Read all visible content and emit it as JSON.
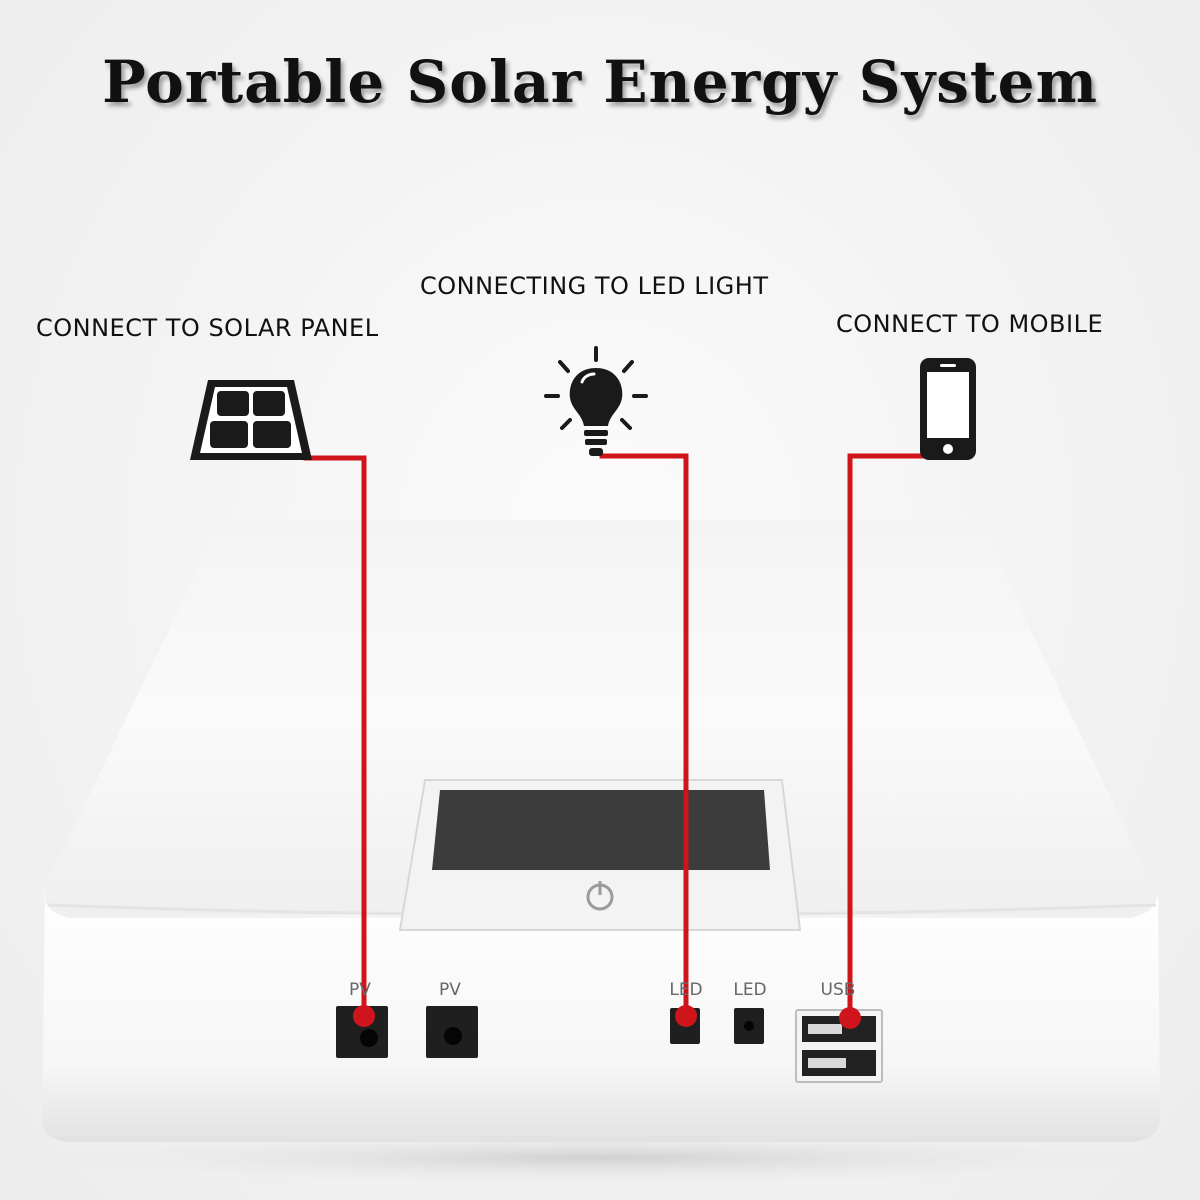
{
  "title": "Portable Solar Energy System",
  "callouts": {
    "solar": {
      "label": "CONNECT TO SOLAR PANEL",
      "icon": "solar-panel-icon"
    },
    "led": {
      "label": "CONNECTING TO LED LIGHT",
      "icon": "light-bulb-icon"
    },
    "mobile": {
      "label": "CONNECT TO MOBILE",
      "icon": "mobile-phone-icon"
    }
  },
  "ports": {
    "pv1": "PV",
    "pv2": "PV",
    "led1": "LED",
    "led2": "LED",
    "usb": "USB"
  },
  "colors": {
    "wire": "#d0141c",
    "device_body": "#ffffff",
    "screen": "#3a3a3a",
    "icon": "#1a1a1a"
  }
}
